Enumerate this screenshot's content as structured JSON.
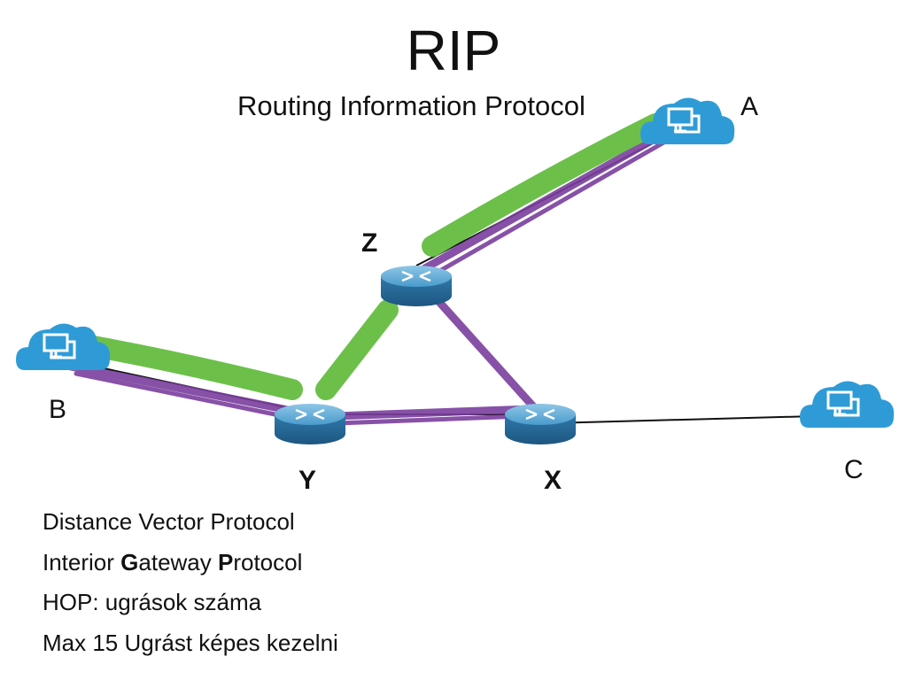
{
  "title": "RIP",
  "subtitle": "Routing Information Protocol",
  "nodes": {
    "a": "A",
    "b": "B",
    "c": "C",
    "x": "X",
    "y": "Y",
    "z": "Z"
  },
  "notes": [
    "Distance Vector Protocol",
    "Interior Gateway Protocol",
    "HOP: ugrások száma",
    "Max 15 Ugrást képes kezelni"
  ],
  "notes_parts": {
    "line2": {
      "pre": "Interior ",
      "g": "G",
      "mid": "ateway ",
      "p": "P",
      "post": "rotocol"
    }
  },
  "colors": {
    "green_path": "#6cc04a",
    "purple_path": "#7b3f9e",
    "cloud": "#2f9bd6",
    "router": "#3a86b6"
  },
  "icons": [
    "cloud-network-icon",
    "router-icon"
  ]
}
